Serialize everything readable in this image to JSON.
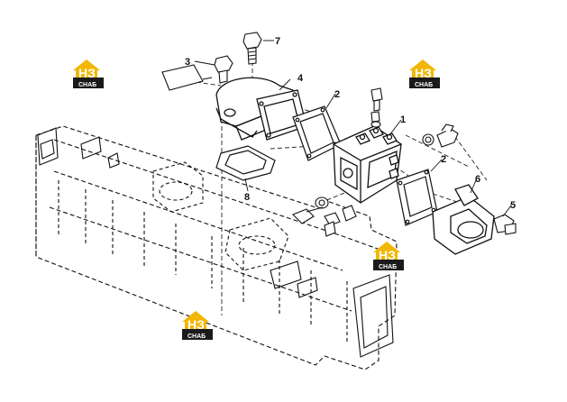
{
  "diagram": {
    "callouts": {
      "p1": "1",
      "p2a": "2",
      "p2b": "2",
      "p3": "3",
      "p4": "4",
      "p5": "5",
      "p6": "6",
      "p7": "7",
      "p8": "8"
    }
  },
  "watermark": {
    "logo_text": "НЗ",
    "sub_text": "СНАБ",
    "colors": {
      "roof": "#f2b705",
      "box": "#1a1a1a",
      "text": "#ffffff"
    }
  },
  "colors": {
    "line": "#111111",
    "dash": "#222222"
  }
}
